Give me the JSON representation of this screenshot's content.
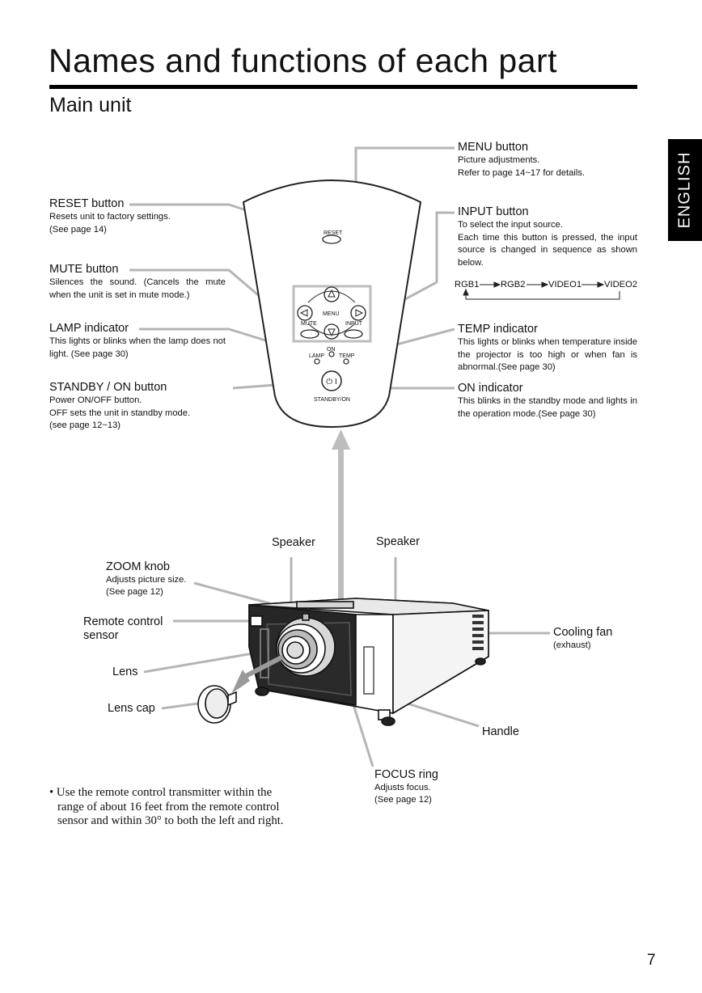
{
  "page": {
    "title": "Names and functions of each part",
    "subtitle": "Main unit",
    "side_tab": "ENGLISH",
    "page_number": "7"
  },
  "remote": {
    "reset": "RESET",
    "menu": "MENU",
    "mute": "MUTE",
    "input": "INPUT",
    "on": "ON",
    "lamp": "LAMP",
    "temp": "TEMP",
    "standby_on": "STANDBY/ON"
  },
  "callouts": {
    "reset": {
      "heading": "RESET button",
      "desc": "Resets unit to factory settings.\n(See page 14)"
    },
    "mute": {
      "heading": "MUTE button",
      "desc": "Silences the sound. (Cancels the mute when the unit is set in mute mode.)"
    },
    "lamp": {
      "heading": "LAMP indicator",
      "desc": "This lights or blinks when the lamp does not light. (See page 30)"
    },
    "standby": {
      "heading": "STANDBY / ON button",
      "desc": "Power ON/OFF button.\nOFF sets the unit in standby mode.\n(see page 12~13)"
    },
    "menu": {
      "heading": "MENU button",
      "desc": "Picture adjustments.\nRefer to page 14~17 for details."
    },
    "input": {
      "heading": "INPUT button",
      "desc": "To select the input source.\nEach time this button is pressed, the input source is changed in sequence as shown below."
    },
    "temp": {
      "heading": "TEMP indicator",
      "desc": "This lights or blinks when temperature inside the projector is too high or when fan is abnormal.(See page 30)"
    },
    "on": {
      "heading": "ON indicator",
      "desc": "This blinks in the standby mode and lights in the operation mode.(See page 30)"
    }
  },
  "input_sequence": [
    "RGB1",
    "RGB2",
    "VIDEO1",
    "VIDEO2"
  ],
  "projector": {
    "speaker_left": "Speaker",
    "speaker_right": "Speaker",
    "zoom_heading": "ZOOM knob",
    "zoom_desc": "Adjusts picture size.\n(See page 12)",
    "remote_sensor": "Remote control\nsensor",
    "lens": "Lens",
    "lens_cap": "Lens cap",
    "cooling_fan": "Cooling fan",
    "cooling_fan_sub": "(exhaust)",
    "handle": "Handle",
    "focus_heading": "FOCUS ring",
    "focus_desc": "Adjusts focus.\n(See page 12)"
  },
  "note": "• Use the remote control transmitter within the range of about 16 feet from the remote control sensor and within 30° to both the left and right."
}
